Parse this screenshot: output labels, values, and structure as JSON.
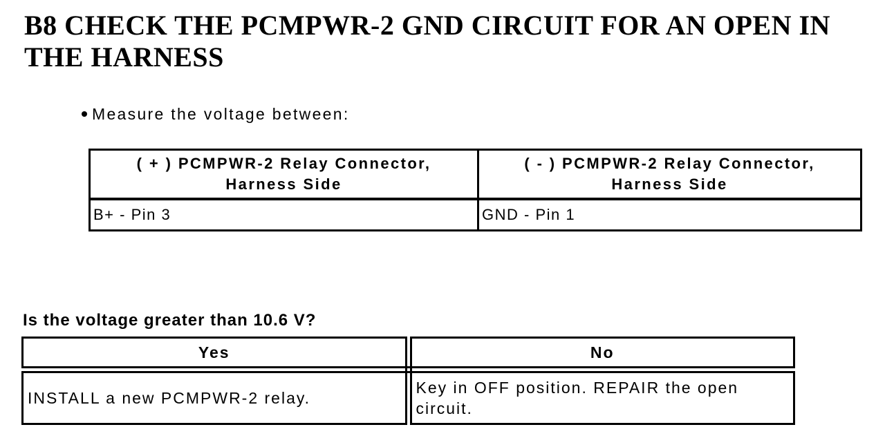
{
  "doc": {
    "heading_lines": [
      "B8 CHECK THE PCMPWR-2 GND CIRCUIT FOR AN OPEN IN",
      "THE HARNESS"
    ],
    "bullet_item": "Measure the voltage between:",
    "measurement_table": {
      "headers": [
        {
          "lines": [
            "( + ) PCMPWR-2 Relay Connector,",
            "Harness Side"
          ]
        },
        {
          "lines": [
            "( - ) PCMPWR-2 Relay Connector,",
            "Harness Side"
          ]
        }
      ],
      "rows": [
        [
          "B+ - Pin 3",
          "GND - Pin 1"
        ]
      ]
    },
    "question": "Is the voltage greater than 10.6 V?",
    "result_table": {
      "headers": [
        "Yes",
        "No"
      ],
      "rows": [
        [
          "INSTALL a new PCMPWR-2 relay.",
          "Key in OFF position. REPAIR the open circuit."
        ]
      ]
    }
  }
}
